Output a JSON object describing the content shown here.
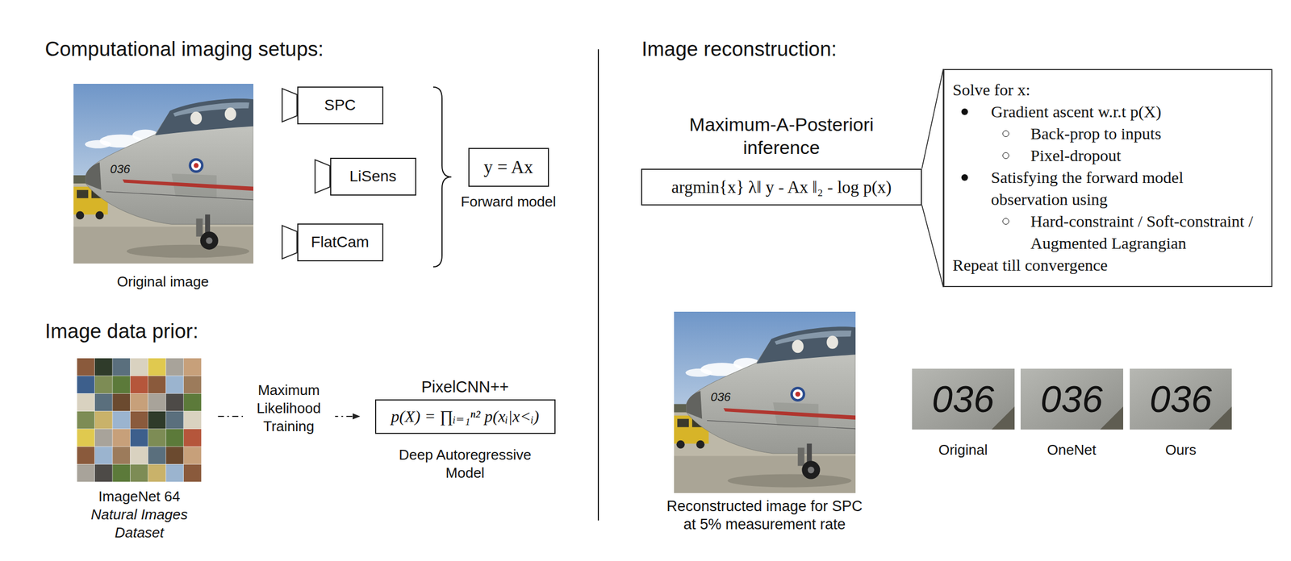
{
  "diagram": {
    "nodes": [
      {
        "text": [
          "SPC"
        ]
      },
      {
        "text": [
          "LiSens"
        ]
      },
      {
        "text": [
          "FlatCam"
        ]
      },
      {
        "text": [
          "y = Ax",
          "Forward model"
        ]
      },
      {
        "text": [
          "ImageNet 64",
          "Natural Images Dataset"
        ]
      },
      {
        "text": [
          "PixelCNN++",
          "p(X) = ∏ᵢ₌₁ⁿ² p(xᵢ|x<ᵢ)",
          "Deep Autoregressive Model"
        ]
      },
      {
        "text": [
          "Maximum-A-Posteriori inference",
          "argmin{x} λ‖ y - Ax ‖₂ - log p(x)"
        ]
      },
      {
        "text": [
          "Solve for x:",
          "Gradient ascent w.r.t p(X)",
          "Back-prop to inputs",
          "Pixel-dropout",
          "Satisfying the forward model observation using",
          "Hard-constraint / Soft-constraint / Augmented Lagrangian",
          "Repeat till convergence"
        ]
      }
    ],
    "edges": [
      {
        "from": 4,
        "to": 5,
        "arrow": "to",
        "label": "Maximum Likelihood Training"
      },
      {
        "from": 6,
        "to": 7,
        "arrow": "none"
      }
    ],
    "labels": [
      "Computational imaging setups:",
      "Original image",
      "036",
      "Image data prior:",
      "Image reconstruction:",
      "036",
      "Reconstructed image for SPC at 5% measurement rate",
      "036",
      "036",
      "036",
      "Original",
      "OneNet",
      "Ours"
    ]
  }
}
